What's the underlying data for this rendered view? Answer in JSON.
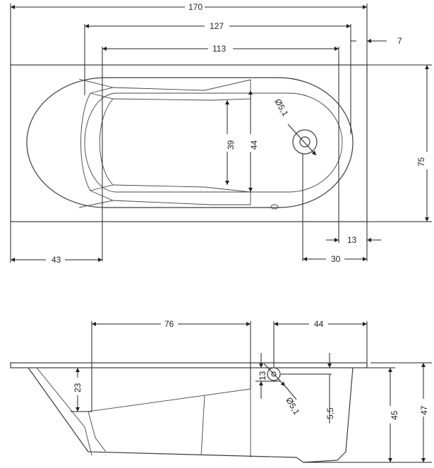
{
  "top_view": {
    "dims": {
      "total_length": "170",
      "inner_length": "127",
      "seat_length": "113",
      "end_offset": "7",
      "width": "75",
      "backrest_width_inner": "39",
      "backrest_width_outer": "44",
      "drain_diameter": "Ø5,1",
      "left_offset": "43",
      "drain_offset": "30",
      "right_offset": "13"
    }
  },
  "side_view": {
    "dims": {
      "backrest_length": "76",
      "drain_distance": "44",
      "rim_height": "23",
      "overflow_offset": "13",
      "overflow_diameter": "Ø5,1",
      "overflow_height": "5,5",
      "inner_depth": "45",
      "total_height": "47"
    }
  }
}
